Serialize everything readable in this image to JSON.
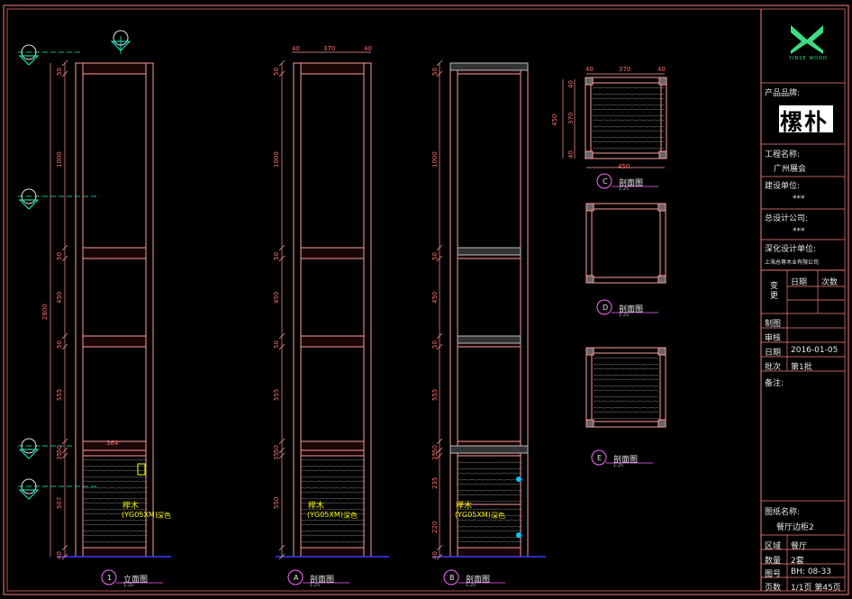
{
  "title_block": {
    "product_brand_label": "产品品牌:",
    "logo_caption": "YINSE WOOD",
    "brand_mark": "樏朴",
    "project_name_label": "工程名称:",
    "project_name": "广州展会",
    "construction_unit_label": "建设单位:",
    "construction_unit": "***",
    "general_design_label": "总设计公司:",
    "general_design": "***",
    "deep_design_label": "深化设计单位:",
    "deep_design": "上海总尊木业有限公司",
    "change_label": "变更",
    "date_header": "日期",
    "times_header": "次数",
    "drawn_label": "制图",
    "drawn_value": "",
    "review_label": "审核",
    "review_value": "",
    "date_label": "日期",
    "date_value": "2016-01-05",
    "batch_label": "批次",
    "batch_value": "第1批",
    "remarks_label": "备注:",
    "drawing_name_label": "图纸名称:",
    "drawing_name": "餐厅边柜2",
    "area_label": "区域",
    "area_value": "餐厅",
    "qty_label": "数量",
    "qty_value": "2套",
    "drawing_no_label": "图号",
    "drawing_no_value": "BH: 08-33",
    "pages_label": "页数",
    "pages_value": "1/1页 第45页"
  },
  "views": [
    {
      "id": "elevation-1",
      "marker": "1",
      "title": "立面图",
      "scale": "1:25"
    },
    {
      "id": "section-A",
      "marker": "A",
      "title": "剖面图",
      "scale": "1:25"
    },
    {
      "id": "section-B",
      "marker": "B",
      "title": "剖面图",
      "scale": "1:25"
    },
    {
      "id": "section-C",
      "marker": "C",
      "title": "剖面图",
      "scale": "1:25"
    },
    {
      "id": "section-D",
      "marker": "D",
      "title": "剖面图",
      "scale": "1:25"
    },
    {
      "id": "section-E",
      "marker": "E",
      "title": "剖面图",
      "scale": "1:25"
    }
  ],
  "material_note": {
    "name": "榉木",
    "code": "(YG05XM)",
    "finish": "深色"
  },
  "dims": {
    "elev1_vertical": [
      "50",
      "1000",
      "50",
      "450",
      "50",
      "555",
      "50",
      "35",
      "507",
      "40"
    ],
    "elev1_total": "2800",
    "elev1_drawer_width": "364",
    "secA_vertical": [
      "50",
      "1000",
      "50",
      "450",
      "50",
      "555",
      "50",
      "35",
      "550"
    ],
    "secA_top": [
      "40",
      "370",
      "40"
    ],
    "secB_vertical": [
      "50",
      "1000",
      "50",
      "450",
      "50",
      "555",
      "50",
      "35",
      "235",
      "220",
      "40"
    ],
    "secC_top": [
      "40",
      "370",
      "40"
    ],
    "secC_side": [
      "40",
      "370",
      "40"
    ],
    "secC_total_side": "450",
    "secC_total_bottom": "450"
  },
  "colors": {
    "background": "#000000",
    "frame": "#ff7f7f",
    "cabinet_line": "#ff9b9b",
    "dim_text": "#ff5050",
    "title_text": "#e8e8e8",
    "marker": "#ff66ff",
    "axis": "#00ffcc",
    "note": "#ffff00",
    "ground": "#3a3aff"
  }
}
